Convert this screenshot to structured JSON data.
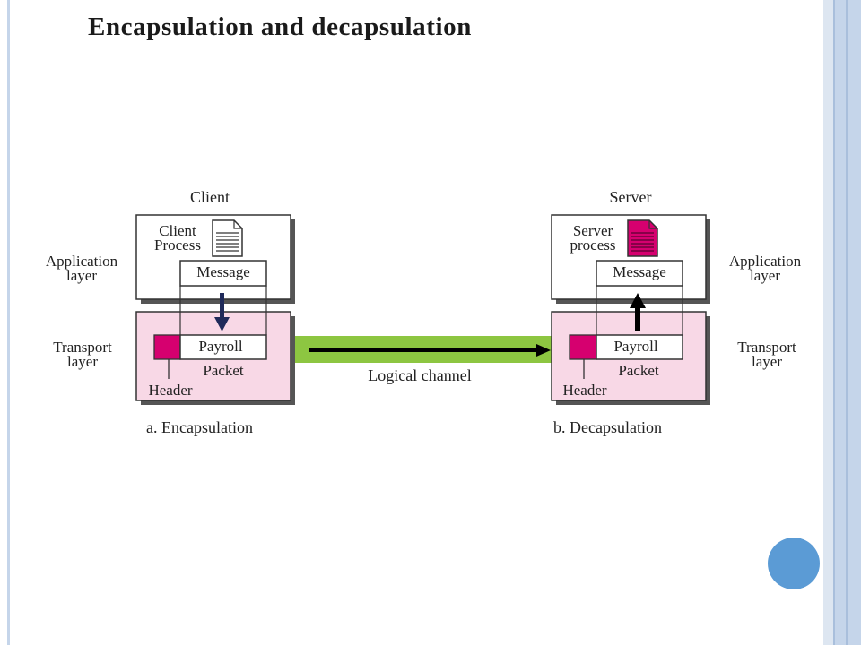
{
  "slide": {
    "title": "Encapsulation and decapsulation"
  },
  "diagram": {
    "client_label": "Client",
    "server_label": "Server",
    "left_app_layer": [
      "Application",
      "layer"
    ],
    "left_transport_layer": [
      "Transport",
      "layer"
    ],
    "right_app_layer": [
      "Application",
      "layer"
    ],
    "right_transport_layer": [
      "Transport",
      "layer"
    ],
    "client_process": [
      "Client",
      "Process"
    ],
    "server_process": [
      "Server",
      "process"
    ],
    "message": "Message",
    "payroll": "Payroll",
    "packet": "Packet",
    "header": "Header",
    "channel_label": "Logical channel",
    "caption_left": "a. Encapsulation",
    "caption_right": "b. Decapsulation"
  },
  "colors": {
    "transport_fill": "#f8d8e6",
    "header_box": "#d6006f",
    "channel": "#8dc641",
    "frame": "#c5d5ea",
    "accent_circle": "#5b9bd5",
    "down_arrow": "#1f2a5a"
  }
}
